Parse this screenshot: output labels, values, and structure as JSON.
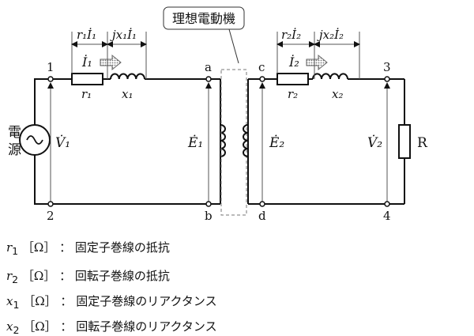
{
  "title_box": "理想電動機",
  "source_label_lines": [
    "電",
    "源"
  ],
  "node_labels": {
    "n1": "1",
    "n2": "2",
    "n3": "3",
    "n4": "4",
    "a": "a",
    "b": "b",
    "c": "c",
    "d": "d"
  },
  "primary": {
    "current": "İ₁",
    "r_drop": "r₁İ₁",
    "x_drop": "jx₁İ₁",
    "r_label": "r₁",
    "x_label": "x₁",
    "voltage": "V̇₁",
    "emf": "Ė₁"
  },
  "secondary": {
    "current": "İ₂",
    "r_drop": "r₂İ₂",
    "x_drop": "jx₂İ₂",
    "r_label": "r₂",
    "x_label": "x₂",
    "voltage": "V̇₂",
    "emf": "Ė₂",
    "load_label": "R"
  },
  "legend": [
    {
      "symbol": "r",
      "sub": "1",
      "unit": "［Ω］",
      "sep": "：",
      "desc": "固定子巻線の抵抗"
    },
    {
      "symbol": "r",
      "sub": "2",
      "unit": "［Ω］",
      "sep": "：",
      "desc": "回転子巻線の抵抗"
    },
    {
      "symbol": "x",
      "sub": "1",
      "unit": "［Ω］",
      "sep": "：",
      "desc": "固定子巻線のリアクタンス"
    },
    {
      "symbol": "x",
      "sub": "2",
      "unit": "［Ω］",
      "sep": "：",
      "desc": "回転子巻線のリアクタンス"
    }
  ]
}
